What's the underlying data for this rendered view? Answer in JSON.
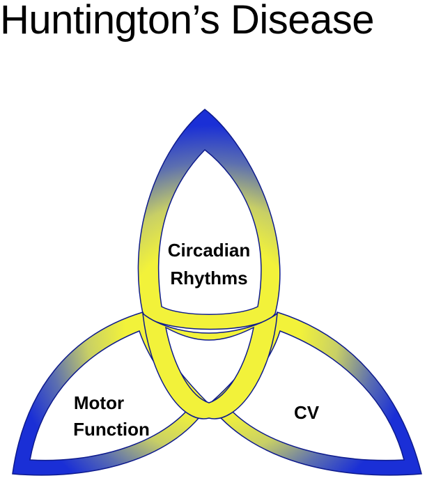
{
  "title": "Huntington’s Disease",
  "diagram": {
    "type": "triquetra",
    "lobes": [
      {
        "id": "top",
        "lines": [
          "Circadian",
          "Rhythms"
        ]
      },
      {
        "id": "left",
        "lines": [
          "Motor",
          "Function"
        ]
      },
      {
        "id": "right",
        "lines": [
          "CV"
        ]
      }
    ],
    "colors": {
      "outer": "#1a2fd6",
      "inner": "#f2f23a",
      "outline": "#0d1a8c",
      "background": "#ffffff"
    }
  }
}
